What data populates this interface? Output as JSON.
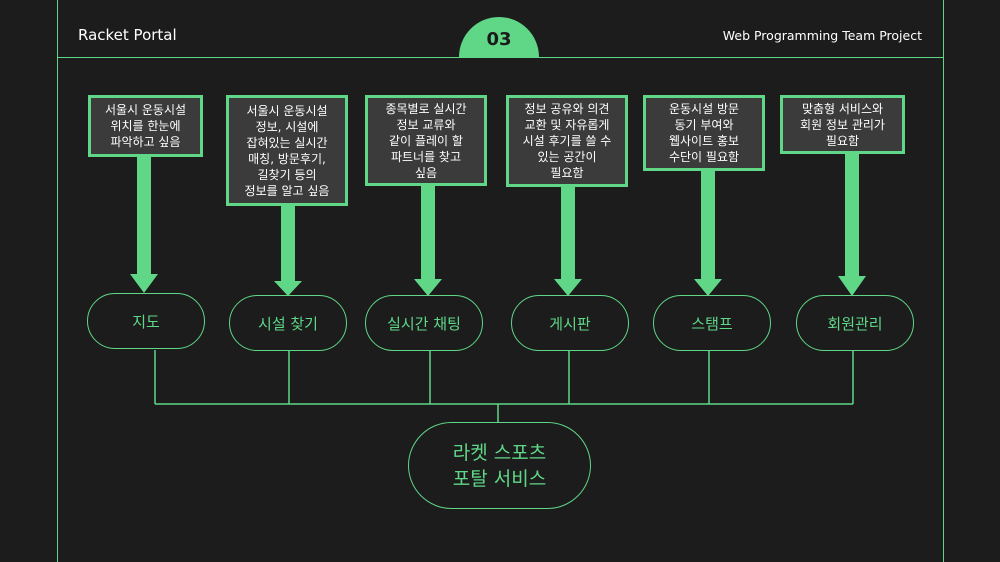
{
  "header": {
    "title": "Racket Portal",
    "badge": "03",
    "project": "Web Programming Team Project"
  },
  "notes": [
    "서울시 운동시설\n위치를 한눈에\n파악하고 싶음",
    "서울시 운동시설\n정보, 시설에\n잡혀있는 실시간\n매칭, 방문후기,\n길찾기 등의\n정보를 알고 싶음",
    "종목별로 실시간\n정보 교류와\n같이 플레이 할\n파트너를 찾고\n싶음",
    "정보 공유와 의견\n교환 및 자유롭게\n시설 후기를 쓸 수\n있는 공간이\n필요함",
    "운동시설 방문\n동기 부여와\n웹사이트 홍보\n수단이 필요함",
    "맞춤형 서비스와\n회원 정보 관리가\n필요함"
  ],
  "features": [
    "지도",
    "시설 찾기",
    "실시간 채팅",
    "게시판",
    "스탬프",
    "회원관리"
  ],
  "center": "라켓 스포츠\n포탈 서비스",
  "colors": {
    "accent": "#5fd787",
    "background": "#1c1c1c",
    "note_fill": "#3b3b3b"
  }
}
